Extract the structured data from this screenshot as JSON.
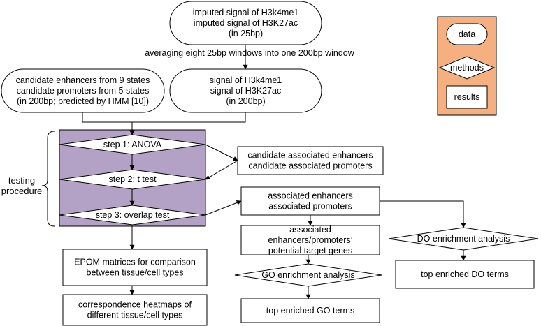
{
  "nodes": {
    "imputed_signal": {
      "shape": "data",
      "lines": [
        "imputed signal of H3k4me1",
        "imputed signal of H3K27ac",
        "(in 25bp)"
      ]
    },
    "averaging": {
      "shape": "text",
      "lines": [
        "averaging eight 25bp windows into one 200bp window"
      ]
    },
    "candidates": {
      "shape": "data",
      "lines": [
        "candidate enhancers from 9 states",
        "candidate promoters from 5 states",
        "(in 200bp; predicted by HMM [10])"
      ]
    },
    "signal_200bp": {
      "shape": "data",
      "lines": [
        "signal of H3k4me1",
        "signal of H3K27ac",
        "(in 200bp)"
      ]
    },
    "step1": {
      "shape": "method",
      "lines": [
        "step 1: ANOVA"
      ]
    },
    "step2": {
      "shape": "method",
      "lines": [
        "step 2: t test"
      ]
    },
    "step3": {
      "shape": "method",
      "lines": [
        "step 3: overlap test"
      ]
    },
    "testing_procedure": {
      "shape": "brace-label",
      "lines": [
        "testing",
        "procedure"
      ]
    },
    "cand_associated": {
      "shape": "result",
      "lines": [
        "candidate associated enhancers",
        "candidate associated promoters"
      ]
    },
    "associated": {
      "shape": "result",
      "lines": [
        "associated enhancers",
        "associated promoters"
      ]
    },
    "target_genes": {
      "shape": "result",
      "lines": [
        "associated",
        "enhancers/promoters’",
        "potential target genes"
      ]
    },
    "epom": {
      "shape": "result",
      "lines": [
        "EPOM matrices for comparison",
        "between tissue/cell types"
      ]
    },
    "heatmaps": {
      "shape": "result",
      "lines": [
        "correspondence heatmaps of",
        "different tissue/cell types"
      ]
    },
    "go_enrich": {
      "shape": "method",
      "lines": [
        "GO enrichment analysis"
      ]
    },
    "go_terms": {
      "shape": "result",
      "lines": [
        "top enriched GO terms"
      ]
    },
    "do_enrich": {
      "shape": "method",
      "lines": [
        "DO enrichment analysis"
      ]
    },
    "do_terms": {
      "shape": "result",
      "lines": [
        "top enriched DO terms"
      ]
    }
  },
  "edges": [
    {
      "from": "imputed_signal",
      "to": "signal_200bp"
    },
    {
      "from": "candidates",
      "to": "step1"
    },
    {
      "from": "signal_200bp",
      "to": "step1"
    },
    {
      "from": "step1",
      "to": "step2"
    },
    {
      "from": "step2",
      "to": "step3"
    },
    {
      "from": "step1",
      "to": "cand_associated"
    },
    {
      "from": "cand_associated",
      "to": "step2"
    },
    {
      "from": "step3",
      "to": "associated"
    },
    {
      "from": "associated",
      "to": "target_genes"
    },
    {
      "from": "associated",
      "to": "do_enrich"
    },
    {
      "from": "target_genes",
      "to": "go_enrich"
    },
    {
      "from": "go_enrich",
      "to": "go_terms"
    },
    {
      "from": "do_enrich",
      "to": "do_terms"
    },
    {
      "from": "step3",
      "to": "epom"
    },
    {
      "from": "epom",
      "to": "heatmaps"
    }
  ],
  "legend": {
    "items": [
      {
        "shape": "data",
        "label": "data"
      },
      {
        "shape": "method",
        "label": "methods"
      },
      {
        "shape": "result",
        "label": "results"
      }
    ]
  },
  "colors": {
    "panel": "#b4a2c6",
    "legend_bg": "#f6b07f",
    "stroke": "#000000",
    "node_fill": "#ffffff"
  }
}
